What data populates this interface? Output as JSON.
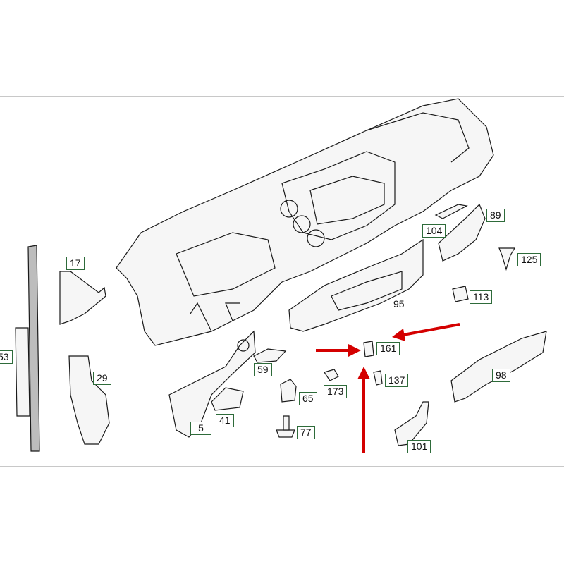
{
  "diagram": {
    "part_numbers": [
      {
        "id": "p17",
        "label": "17"
      },
      {
        "id": "p29",
        "label": "29"
      },
      {
        "id": "p53",
        "label": "53"
      },
      {
        "id": "p5",
        "label": "5"
      },
      {
        "id": "p41",
        "label": "41"
      },
      {
        "id": "p59",
        "label": "59"
      },
      {
        "id": "p65",
        "label": "65"
      },
      {
        "id": "p77",
        "label": "77"
      },
      {
        "id": "p173",
        "label": "173"
      },
      {
        "id": "p161",
        "label": "161"
      },
      {
        "id": "p137",
        "label": "137"
      },
      {
        "id": "p101",
        "label": "101"
      },
      {
        "id": "p98",
        "label": "98"
      },
      {
        "id": "p113",
        "label": "113"
      },
      {
        "id": "p125",
        "label": "125"
      },
      {
        "id": "p89",
        "label": "89"
      },
      {
        "id": "p104",
        "label": "104"
      }
    ],
    "unboxed_label": "95",
    "highlight_color": "#d40000",
    "callout_border_color": "#2e6b3a"
  }
}
